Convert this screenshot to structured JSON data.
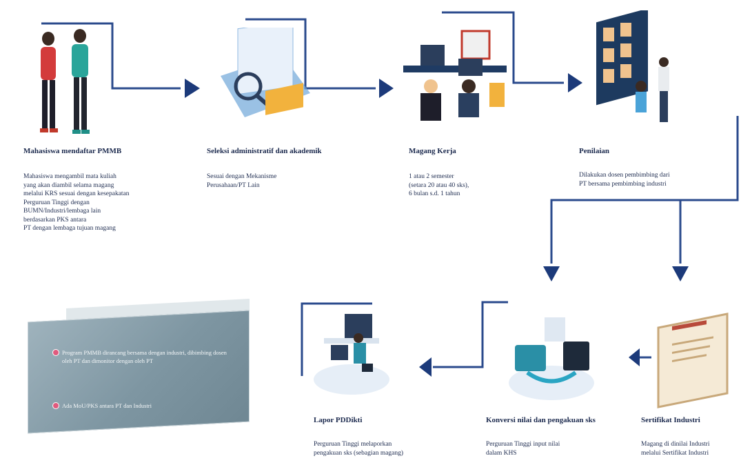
{
  "steps": [
    {
      "id": "daftar",
      "title": "Mahasiswa mendaftar PMMB",
      "desc": [
        "Mahasiswa mengambil mata kuliah",
        "yang akan diambil selama magang",
        "melalui KRS sesuai dengan kesepakatan",
        "Perguruan Tinggi dengan",
        "BUMN/Industri/lembaga lain",
        "berdasarkan PKS antara",
        "PT dengan lembaga tujuan magang"
      ]
    },
    {
      "id": "seleksi",
      "title": "Seleksi administratif dan akademik",
      "desc": [
        "Sesuai dengan Mekanisme",
        "Perusahaan/PT Lain"
      ]
    },
    {
      "id": "magang",
      "title": "Magang Kerja",
      "desc": [
        "1 atau 2 semester",
        "(setara 20 atau 40 sks),",
        "6 bulan s.d. 1 tahun"
      ]
    },
    {
      "id": "penilaian",
      "title": "Penilaian",
      "desc": [
        "Dilakukan dosen pembimbing dari",
        "PT bersama pembimbing industri"
      ]
    },
    {
      "id": "sertifikat",
      "title": "Sertifikat Industri",
      "desc": [
        "Magang di dinilai Industri",
        "melalui Sertifikat Industri"
      ]
    },
    {
      "id": "konversi",
      "title": "Konversi nilai dan pengakuan sks",
      "desc": [
        "Perguruan Tinggi input nilai",
        "dalam KHS"
      ]
    },
    {
      "id": "lapor",
      "title": "Lapor PDDikti",
      "desc": [
        "Perguruan Tinggi melaporkan",
        "pengakuan sks (sebagian magang)"
      ]
    }
  ],
  "notes": [
    "Program PMMB dirancang bersama dengan industri, dibimbing dosen oleh PT dan dimonitor dengan oleh PT",
    "Ada MoU/PKS antara PT dan Industri"
  ],
  "colors": {
    "flow_line": "#2a4a8c",
    "arrow": "#1c3a7a",
    "text": "#1d2b4f",
    "note_box": "#8aa0ab",
    "bullet": "#e05a7e"
  }
}
